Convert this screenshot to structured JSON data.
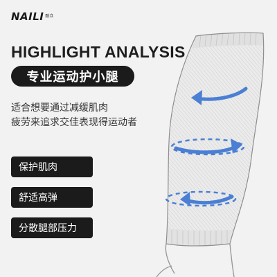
{
  "brand": {
    "name": "NAILI",
    "chinese": "耐立"
  },
  "headline": "HIGHLIGHT ANALYSIS",
  "title": "专业运动护小腿",
  "description": [
    "适合想要通过减缓肌肉",
    "疲劳来追求交佳表现得运动者"
  ],
  "features": [
    "保护肌肉",
    "舒适高弹",
    "分散腿部压力"
  ],
  "colors": {
    "arrow": "#4a7fd4",
    "pill": "#1b1b1b",
    "background": "#f2f2f2"
  }
}
